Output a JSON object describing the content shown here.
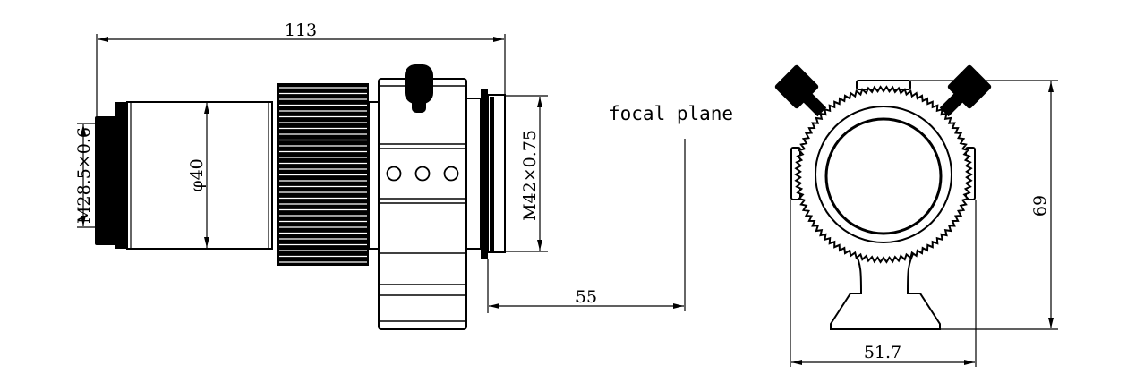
{
  "labels": {
    "overall_length": "113",
    "input_thread": "M28.5×0.6",
    "body_diameter": "φ40",
    "output_thread": "M42×0.75",
    "focal_plane": "focal plane",
    "back_focus": "55",
    "height": "69",
    "width": "51.7"
  },
  "colors": {
    "line": "#000000",
    "background": "#ffffff"
  }
}
